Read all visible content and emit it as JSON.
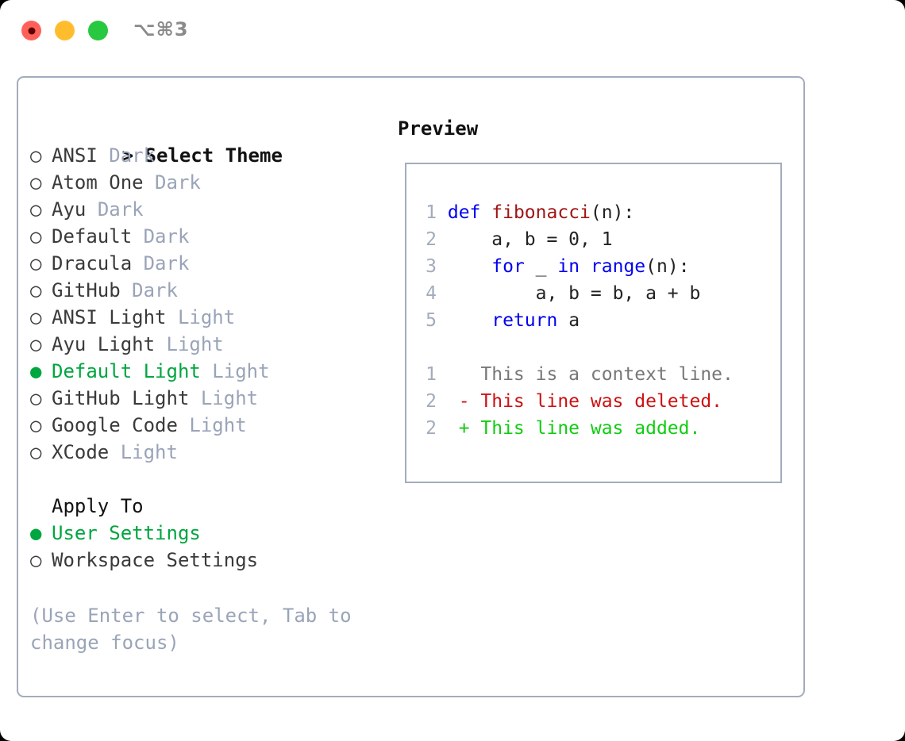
{
  "window": {
    "shortcut": "⌥⌘3",
    "traffic_lights": [
      {
        "name": "close-button",
        "color": "#ff6059",
        "state": "active"
      },
      {
        "name": "minimize-button",
        "color": "#ffbd2e",
        "state": "idle"
      },
      {
        "name": "maximize-button",
        "color": "#28c840",
        "state": "idle"
      }
    ]
  },
  "colors": {
    "accent_green": "#00a63f",
    "muted_gray": "#9aa4b8",
    "border": "#a3acbd",
    "keyword_blue": "#0000ee",
    "function_red": "#a01515",
    "diff_deleted": "#cc1111",
    "diff_added": "#11cc11",
    "diff_context": "#777777"
  },
  "theme_section": {
    "header": "Select Theme",
    "caret": ">",
    "bullet_unselected": "○",
    "bullet_selected": "●",
    "items": [
      {
        "label": "ANSI",
        "tag": "Dark",
        "selected": false
      },
      {
        "label": "Atom One",
        "tag": "Dark",
        "selected": false
      },
      {
        "label": "Ayu",
        "tag": "Dark",
        "selected": false
      },
      {
        "label": "Default",
        "tag": "Dark",
        "selected": false
      },
      {
        "label": "Dracula",
        "tag": "Dark",
        "selected": false
      },
      {
        "label": "GitHub",
        "tag": "Dark",
        "selected": false
      },
      {
        "label": "ANSI Light",
        "tag": "Light",
        "selected": false
      },
      {
        "label": "Ayu Light",
        "tag": "Light",
        "selected": false
      },
      {
        "label": "Default Light",
        "tag": "Light",
        "selected": true
      },
      {
        "label": "GitHub Light",
        "tag": "Light",
        "selected": false
      },
      {
        "label": "Google Code",
        "tag": "Light",
        "selected": false
      },
      {
        "label": "XCode",
        "tag": "Light",
        "selected": false
      }
    ]
  },
  "apply_to_section": {
    "header": "Apply To",
    "items": [
      {
        "label": "User Settings",
        "selected": true
      },
      {
        "label": "Workspace Settings",
        "selected": false
      }
    ]
  },
  "hint": "(Use Enter to select, Tab to change focus)",
  "preview": {
    "title": "Preview",
    "code_lines": [
      {
        "no": "1",
        "tokens": [
          {
            "t": "def",
            "c": "kw"
          },
          {
            "t": " ",
            "c": "pl"
          },
          {
            "t": "fibonacci",
            "c": "fn"
          },
          {
            "t": "(n):",
            "c": "pl"
          }
        ]
      },
      {
        "no": "2",
        "tokens": [
          {
            "t": "    a, b = 0, 1",
            "c": "pl"
          }
        ]
      },
      {
        "no": "3",
        "tokens": [
          {
            "t": "    ",
            "c": "pl"
          },
          {
            "t": "for",
            "c": "kw"
          },
          {
            "t": " _ ",
            "c": "pl"
          },
          {
            "t": "in",
            "c": "kw"
          },
          {
            "t": " ",
            "c": "pl"
          },
          {
            "t": "range",
            "c": "kw"
          },
          {
            "t": "(n):",
            "c": "pl"
          }
        ]
      },
      {
        "no": "4",
        "tokens": [
          {
            "t": "        a, b = b, a + b",
            "c": "pl"
          }
        ]
      },
      {
        "no": "5",
        "tokens": [
          {
            "t": "    ",
            "c": "pl"
          },
          {
            "t": "return",
            "c": "kw"
          },
          {
            "t": " a",
            "c": "pl"
          }
        ]
      }
    ],
    "diff_lines": [
      {
        "no": "1",
        "marker": " ",
        "text": "This is a context line.",
        "kind": "ctx"
      },
      {
        "no": "2",
        "marker": "-",
        "text": "This line was deleted.",
        "kind": "del"
      },
      {
        "no": "2",
        "marker": "+",
        "text": "This line was added.",
        "kind": "add"
      }
    ]
  }
}
